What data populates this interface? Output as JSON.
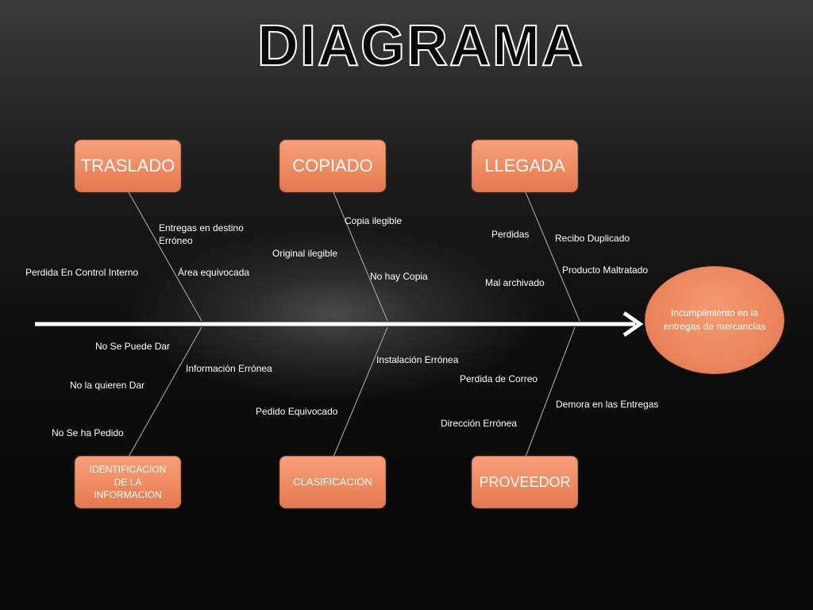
{
  "title": "DIAGRAMA",
  "effect": "Incumplimiento en la entregas de mercancías",
  "categories": {
    "traslado": "TRASLADO",
    "copiado": "COPIADO",
    "llegada": "LLEGADA",
    "identificacion": "IDENTIFICACION DE LA INFORMACION",
    "clasificacion": "CLASIFICACION",
    "proveedor": "PROVEEDOR"
  },
  "causes": {
    "traslado": [
      "Entregas en destino",
      "Erróneo",
      "Perdida En Control Interno",
      "Área equivocada"
    ],
    "copiado": [
      "Copia  ilegible",
      "Original ilegible",
      "No hay Copia"
    ],
    "llegada": [
      "Perdidas",
      "Recibo Duplicado",
      "Producto  Maltratado",
      "Mal archivado"
    ],
    "identificacion": [
      "No Se Puede Dar",
      "Información Errónea",
      "No la quieren Dar",
      "No Se ha Pedido"
    ],
    "clasificacion": [
      "Instalación Errónea",
      "Pedido Equivocado"
    ],
    "proveedor": [
      "Perdida de Correo",
      "Demora en las Entregas",
      "Dirección Errónea"
    ]
  },
  "colors": {
    "box_fill": "#ef8b61",
    "spine": "#ffffff",
    "background": "#0c0c0c"
  }
}
